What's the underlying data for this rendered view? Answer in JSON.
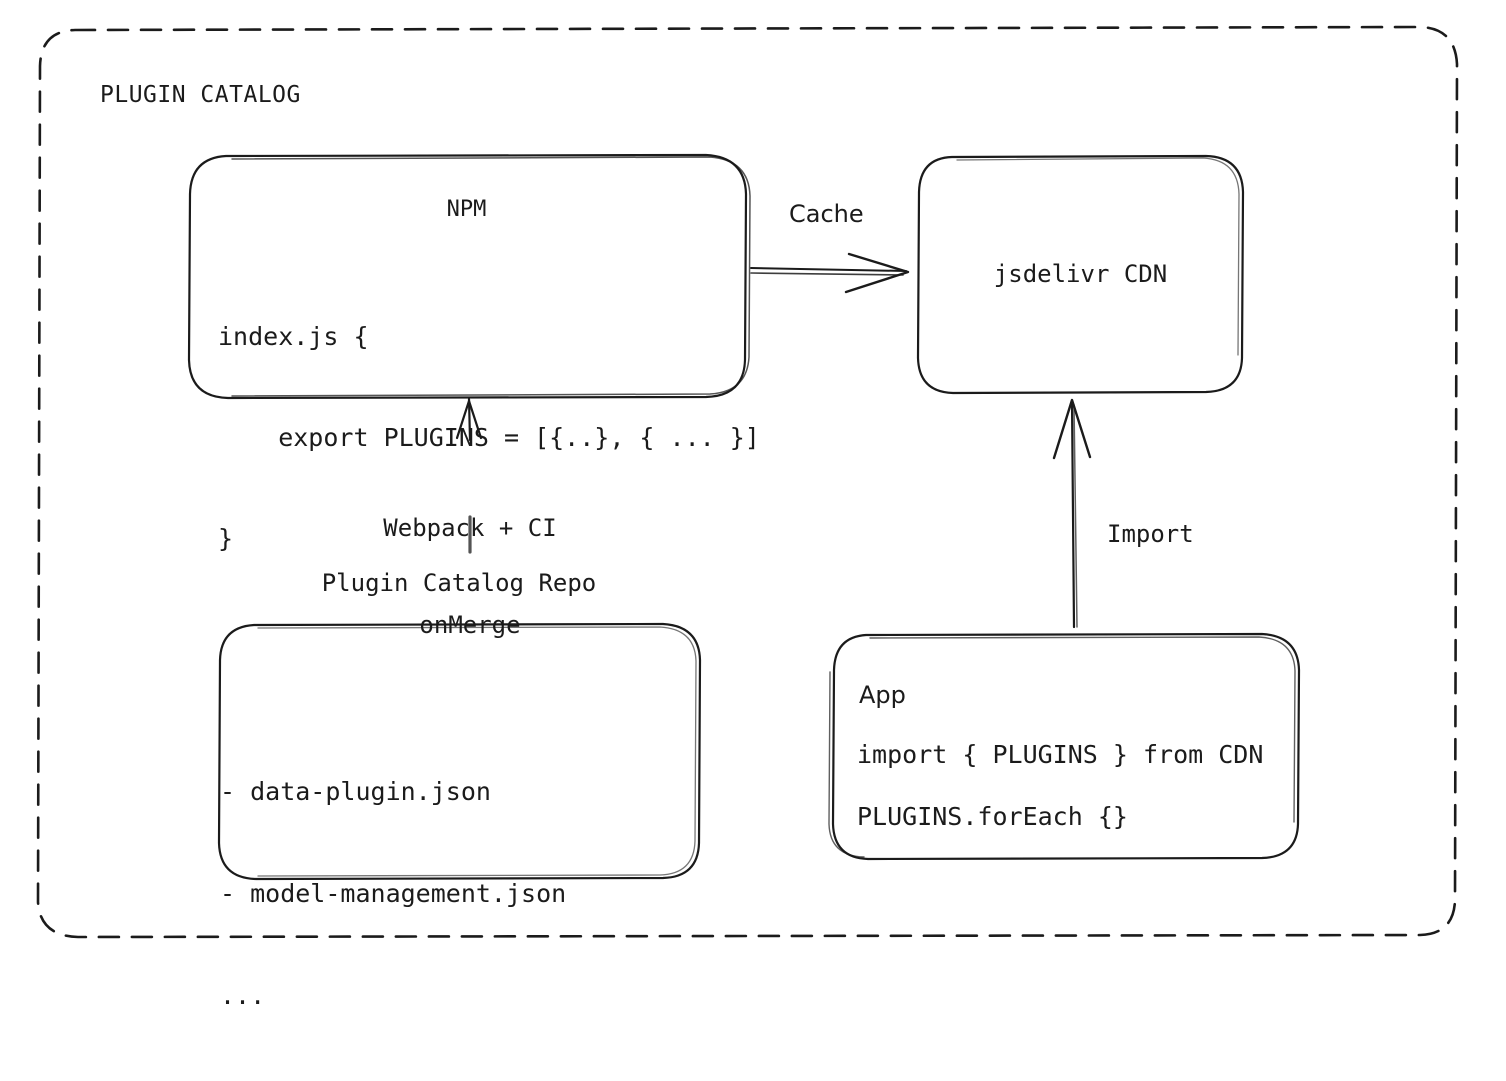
{
  "diagram": {
    "container": {
      "title": "PLUGIN CATALOG",
      "border_style": "dashed",
      "stroke_color": "#1b1b1b",
      "background": "#ffffff"
    },
    "nodes": [
      {
        "id": "npm",
        "title": "NPM",
        "code_lines": [
          "index.js {",
          "    export PLUGINS = [{..}, { ... }]",
          "}"
        ]
      },
      {
        "id": "cdn",
        "title": "jsdelivr CDN"
      },
      {
        "id": "repo",
        "caption": "Plugin Catalog Repo",
        "items": [
          "- data-plugin.json",
          "- model-management.json",
          "..."
        ]
      },
      {
        "id": "app",
        "title": "App",
        "code_line_1": "import { PLUGINS } from CDN",
        "code_line_2": "PLUGINS.forEach {}"
      }
    ],
    "edges": [
      {
        "id": "npm-to-cdn",
        "label": "Cache",
        "from": "npm",
        "to": "cdn",
        "direction": "right"
      },
      {
        "id": "repo-to-npm",
        "label": "Webpack + CI\nonMerge",
        "label_line_1": "Webpack + CI",
        "label_line_2": "onMerge",
        "from": "repo",
        "to": "npm",
        "direction": "up"
      },
      {
        "id": "app-to-cdn",
        "label": "Import",
        "from": "app",
        "to": "cdn",
        "direction": "up"
      }
    ]
  }
}
